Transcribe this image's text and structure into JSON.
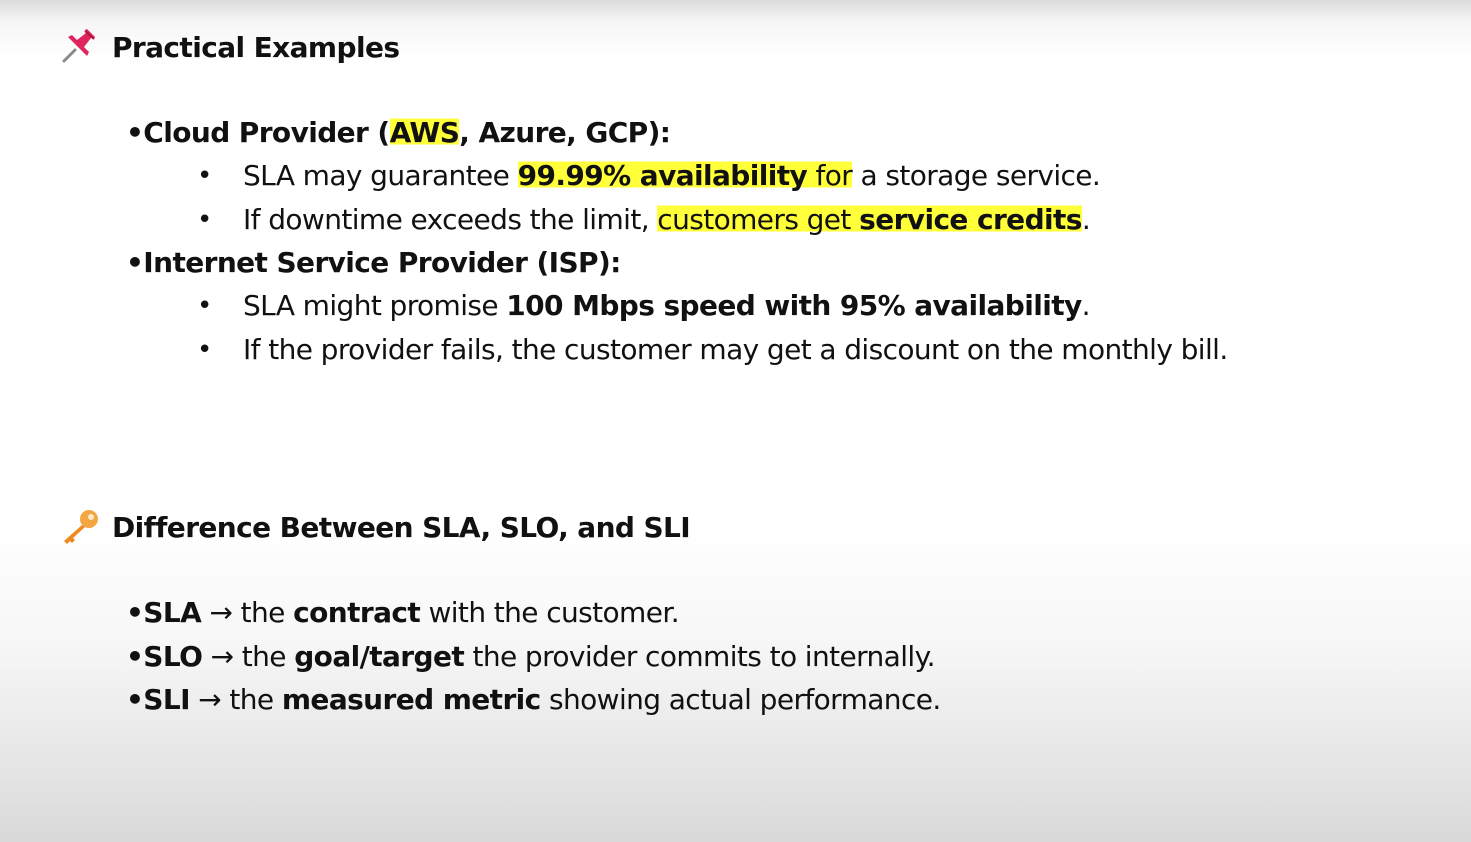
{
  "section1": {
    "icon": "pushpin-icon",
    "title": "Practical Examples",
    "groups": [
      {
        "bullet": "•",
        "title_parts": [
          {
            "text": "Cloud Provider (",
            "bold": true,
            "hl": false
          },
          {
            "text": "AWS",
            "bold": true,
            "hl": true
          },
          {
            "text": ", Azure, GCP):",
            "bold": true,
            "hl": false
          }
        ],
        "items": [
          {
            "parts": [
              {
                "text": "SLA may guarantee ",
                "bold": false,
                "hl": false
              },
              {
                "text": "99.99% availability",
                "bold": true,
                "hl": true
              },
              {
                "text": " for",
                "bold": false,
                "hl": true
              },
              {
                "text": " a storage service.",
                "bold": false,
                "hl": false
              }
            ]
          },
          {
            "parts": [
              {
                "text": "If downtime exceeds the limit, ",
                "bold": false,
                "hl": false
              },
              {
                "text": "customers get ",
                "bold": false,
                "hl": true
              },
              {
                "text": "service credits",
                "bold": true,
                "hl": true
              },
              {
                "text": ".",
                "bold": false,
                "hl": false
              }
            ]
          }
        ]
      },
      {
        "bullet": "•",
        "title_parts": [
          {
            "text": "Internet Service Provider (ISP):",
            "bold": true,
            "hl": false
          }
        ],
        "items": [
          {
            "parts": [
              {
                "text": "SLA might promise ",
                "bold": false,
                "hl": false
              },
              {
                "text": "100 Mbps speed with 95% availability",
                "bold": true,
                "hl": false
              },
              {
                "text": ".",
                "bold": false,
                "hl": false
              }
            ]
          },
          {
            "parts": [
              {
                "text": "If the provider fails, the customer may get a discount on the monthly bill.",
                "bold": false,
                "hl": false
              }
            ]
          }
        ]
      }
    ]
  },
  "section2": {
    "icon": "key-icon",
    "title": "Difference Between SLA, SLO, and SLI",
    "items": [
      {
        "parts": [
          {
            "text": "•SLA",
            "bold": true
          },
          {
            "text": " → the ",
            "bold": false
          },
          {
            "text": "contract",
            "bold": true
          },
          {
            "text": " with the customer.",
            "bold": false
          }
        ]
      },
      {
        "parts": [
          {
            "text": "•SLO",
            "bold": true
          },
          {
            "text": " → the ",
            "bold": false
          },
          {
            "text": "goal/target",
            "bold": true
          },
          {
            "text": " the provider commits to internally.",
            "bold": false
          }
        ]
      },
      {
        "parts": [
          {
            "text": "•SLI",
            "bold": true
          },
          {
            "text": " → the ",
            "bold": false
          },
          {
            "text": "measured metric",
            "bold": true
          },
          {
            "text": " showing actual performance.",
            "bold": false
          }
        ]
      }
    ]
  },
  "colors": {
    "highlight": "#ffff3a",
    "text": "#111111"
  }
}
